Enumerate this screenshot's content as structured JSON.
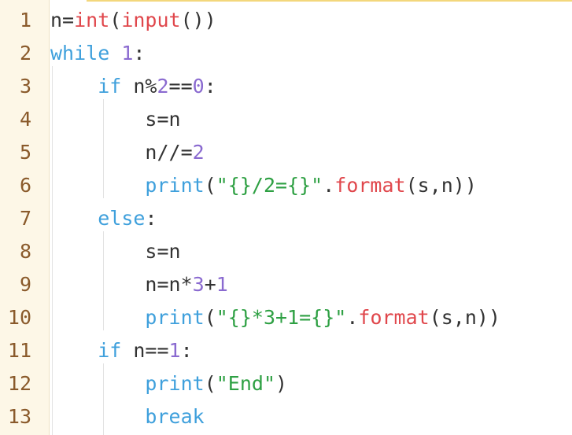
{
  "editor": {
    "lines": [
      {
        "number": "1",
        "tokens": [
          {
            "t": "n=",
            "c": "op"
          },
          {
            "t": "int",
            "c": "fn"
          },
          {
            "t": "(",
            "c": "op"
          },
          {
            "t": "input",
            "c": "fn"
          },
          {
            "t": "())",
            "c": "op"
          }
        ]
      },
      {
        "number": "2",
        "tokens": [
          {
            "t": "while",
            "c": "kw"
          },
          {
            "t": " ",
            "c": "op"
          },
          {
            "t": "1",
            "c": "num"
          },
          {
            "t": ":",
            "c": "op"
          }
        ]
      },
      {
        "number": "3",
        "tokens": [
          {
            "t": "    ",
            "c": "op"
          },
          {
            "t": "if",
            "c": "kw"
          },
          {
            "t": " n%",
            "c": "op"
          },
          {
            "t": "2",
            "c": "num"
          },
          {
            "t": "==",
            "c": "op"
          },
          {
            "t": "0",
            "c": "num"
          },
          {
            "t": ":",
            "c": "op"
          }
        ]
      },
      {
        "number": "4",
        "tokens": [
          {
            "t": "        s=n",
            "c": "op"
          }
        ]
      },
      {
        "number": "5",
        "tokens": [
          {
            "t": "        n//=",
            "c": "op"
          },
          {
            "t": "2",
            "c": "num"
          }
        ]
      },
      {
        "number": "6",
        "tokens": [
          {
            "t": "        ",
            "c": "op"
          },
          {
            "t": "print",
            "c": "kw"
          },
          {
            "t": "(",
            "c": "op"
          },
          {
            "t": "\"{}/2={}\"",
            "c": "str"
          },
          {
            "t": ".",
            "c": "op"
          },
          {
            "t": "format",
            "c": "fn"
          },
          {
            "t": "(s,n))",
            "c": "op"
          }
        ]
      },
      {
        "number": "7",
        "tokens": [
          {
            "t": "    ",
            "c": "op"
          },
          {
            "t": "else",
            "c": "kw"
          },
          {
            "t": ":",
            "c": "op"
          }
        ]
      },
      {
        "number": "8",
        "tokens": [
          {
            "t": "        s=n",
            "c": "op"
          }
        ]
      },
      {
        "number": "9",
        "tokens": [
          {
            "t": "        n=n*",
            "c": "op"
          },
          {
            "t": "3",
            "c": "num"
          },
          {
            "t": "+",
            "c": "op"
          },
          {
            "t": "1",
            "c": "num"
          }
        ]
      },
      {
        "number": "10",
        "tokens": [
          {
            "t": "        ",
            "c": "op"
          },
          {
            "t": "print",
            "c": "kw"
          },
          {
            "t": "(",
            "c": "op"
          },
          {
            "t": "\"{}*3+1={}\"",
            "c": "str"
          },
          {
            "t": ".",
            "c": "op"
          },
          {
            "t": "format",
            "c": "fn"
          },
          {
            "t": "(s,n))",
            "c": "op"
          }
        ]
      },
      {
        "number": "11",
        "tokens": [
          {
            "t": "    ",
            "c": "op"
          },
          {
            "t": "if",
            "c": "kw"
          },
          {
            "t": " n==",
            "c": "op"
          },
          {
            "t": "1",
            "c": "num"
          },
          {
            "t": ":",
            "c": "op"
          }
        ]
      },
      {
        "number": "12",
        "tokens": [
          {
            "t": "        ",
            "c": "op"
          },
          {
            "t": "print",
            "c": "kw"
          },
          {
            "t": "(",
            "c": "op"
          },
          {
            "t": "\"End\"",
            "c": "str"
          },
          {
            "t": ")",
            "c": "op"
          }
        ]
      },
      {
        "number": "13",
        "tokens": [
          {
            "t": "        ",
            "c": "op"
          },
          {
            "t": "break",
            "c": "kw"
          }
        ]
      }
    ]
  },
  "colors": {
    "keyword": "#3fa0dc",
    "builtin": "#e0474c",
    "number": "#8a6ad0",
    "string": "#2ea043",
    "default": "#333333",
    "line_number": "#8a5a2b",
    "gutter_background": "#fdf7e7"
  }
}
